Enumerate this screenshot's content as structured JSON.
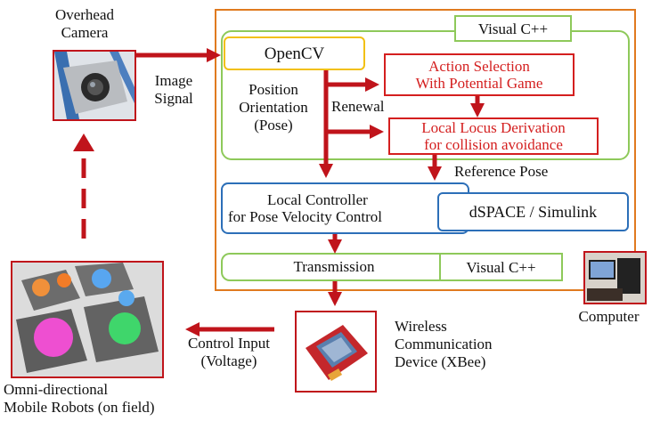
{
  "labels": {
    "overhead_camera": [
      "Overhead",
      "Camera"
    ],
    "image_signal": [
      "Image",
      "Signal"
    ],
    "visual_cpp_top": "Visual C++",
    "opencv": "OpenCV",
    "pose": [
      "Position",
      "Orientation",
      "(Pose)"
    ],
    "renewal": "Renewal",
    "action_selection": [
      "Action Selection",
      "With Potential Game"
    ],
    "local_locus": [
      "Local Locus Derivation",
      "for collision avoidance"
    ],
    "reference_pose": "Reference Pose",
    "local_controller": [
      "Local Controller",
      "for Pose Velocity Control"
    ],
    "dspace": "dSPACE / Simulink",
    "transmission": "Transmission",
    "visual_cpp_bottom": "Visual C++",
    "computer": "Computer",
    "wireless": [
      "Wireless",
      "Communication",
      "Device (XBee)"
    ],
    "control_input": [
      "Control Input",
      "(Voltage)"
    ],
    "robots": [
      "Omni-directional",
      "Mobile Robots (on field)"
    ]
  },
  "colors": {
    "arrow": "#c0141b",
    "computer_frame": "#e07a1f",
    "visual_cpp_frame": "#8ec95a",
    "opencv_frame": "#f2c012",
    "red_box": "#d41f1f",
    "blue_box": "#2c6fb8"
  }
}
